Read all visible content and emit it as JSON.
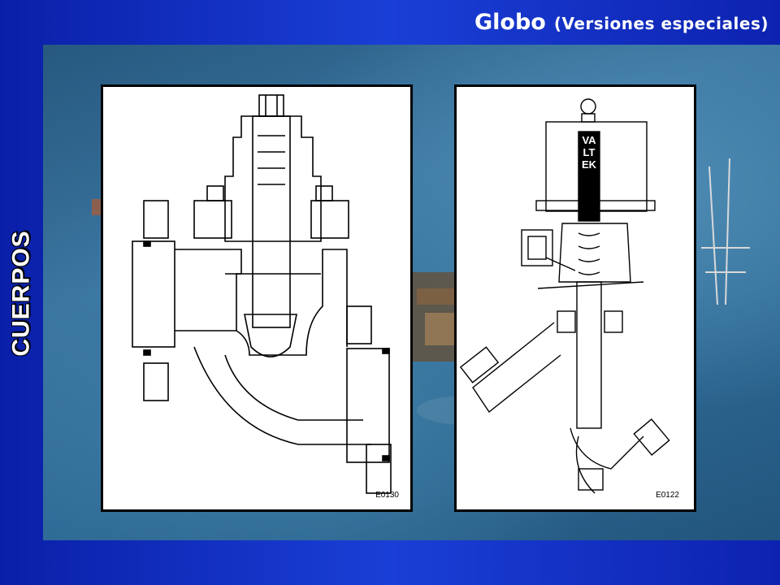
{
  "title": {
    "main": "Globo",
    "sub": "(Versiones especiales)"
  },
  "side_label": "CUERPOS",
  "figures": [
    {
      "code": "E0130"
    },
    {
      "code": "E0122",
      "brand": "VALTEK"
    }
  ],
  "colors": {
    "background": "#1a3fd6",
    "title_text": "#ffffff",
    "panel": "#ffffff",
    "line": "#000000"
  }
}
